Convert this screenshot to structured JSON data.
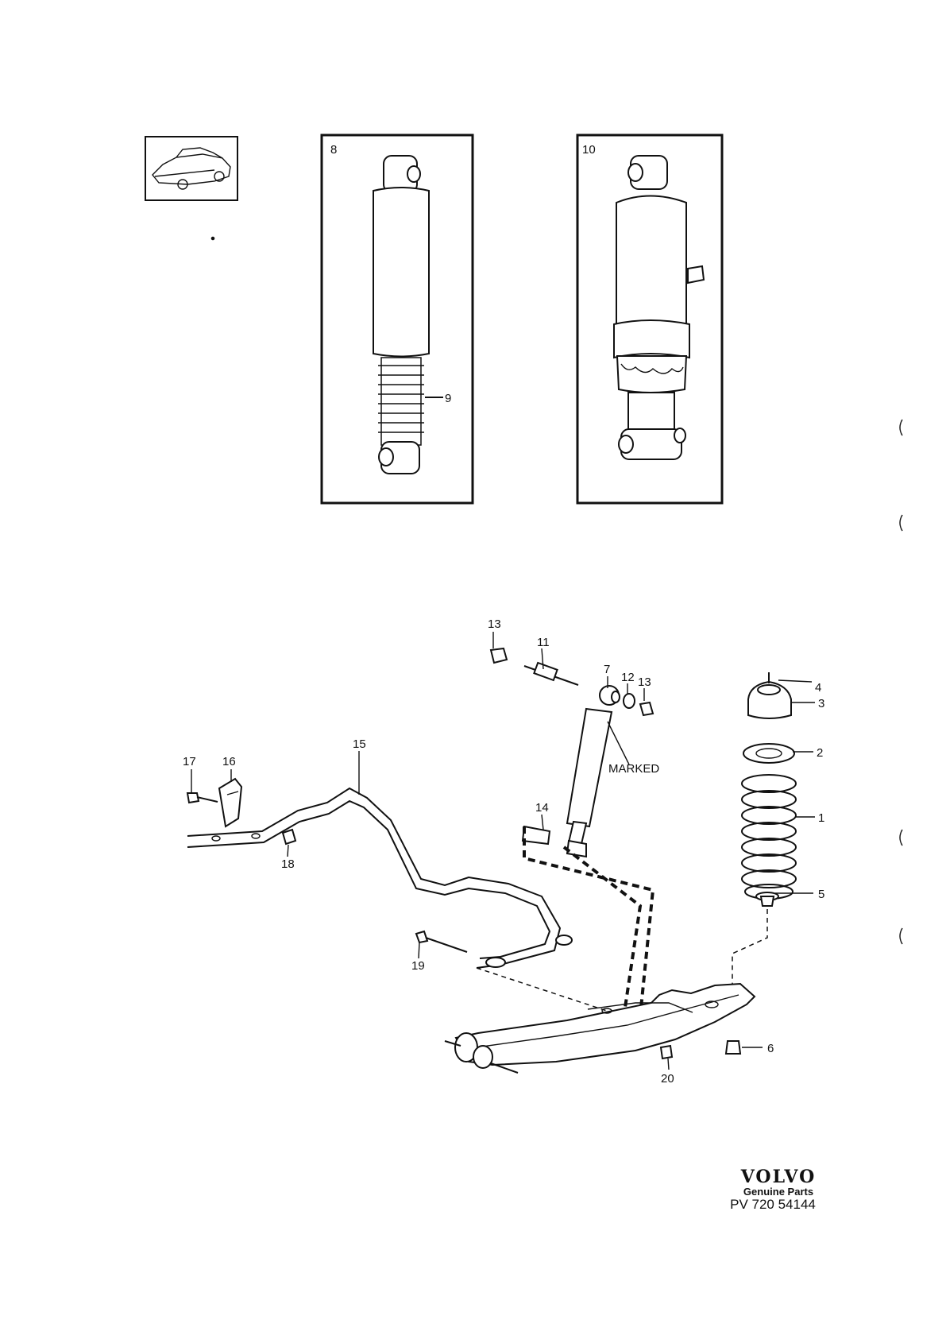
{
  "frames": {
    "left_number": "8",
    "right_number": "10"
  },
  "callouts": {
    "c1": "1",
    "c2": "2",
    "c3": "3",
    "c4": "4",
    "c5": "5",
    "c6": "6",
    "c7": "7",
    "c9": "9",
    "c11": "11",
    "c12": "12",
    "c13a": "13",
    "c13b": "13",
    "c14": "14",
    "c15": "15",
    "c16": "16",
    "c17": "17",
    "c18": "18",
    "c19": "19",
    "c20": "20"
  },
  "marked_label": "MARKED",
  "brand": {
    "name": "VOLVO",
    "sub": "Genuine Parts",
    "code": "PV  720 54144"
  },
  "icons": [
    "car-thumbnail-icon"
  ]
}
